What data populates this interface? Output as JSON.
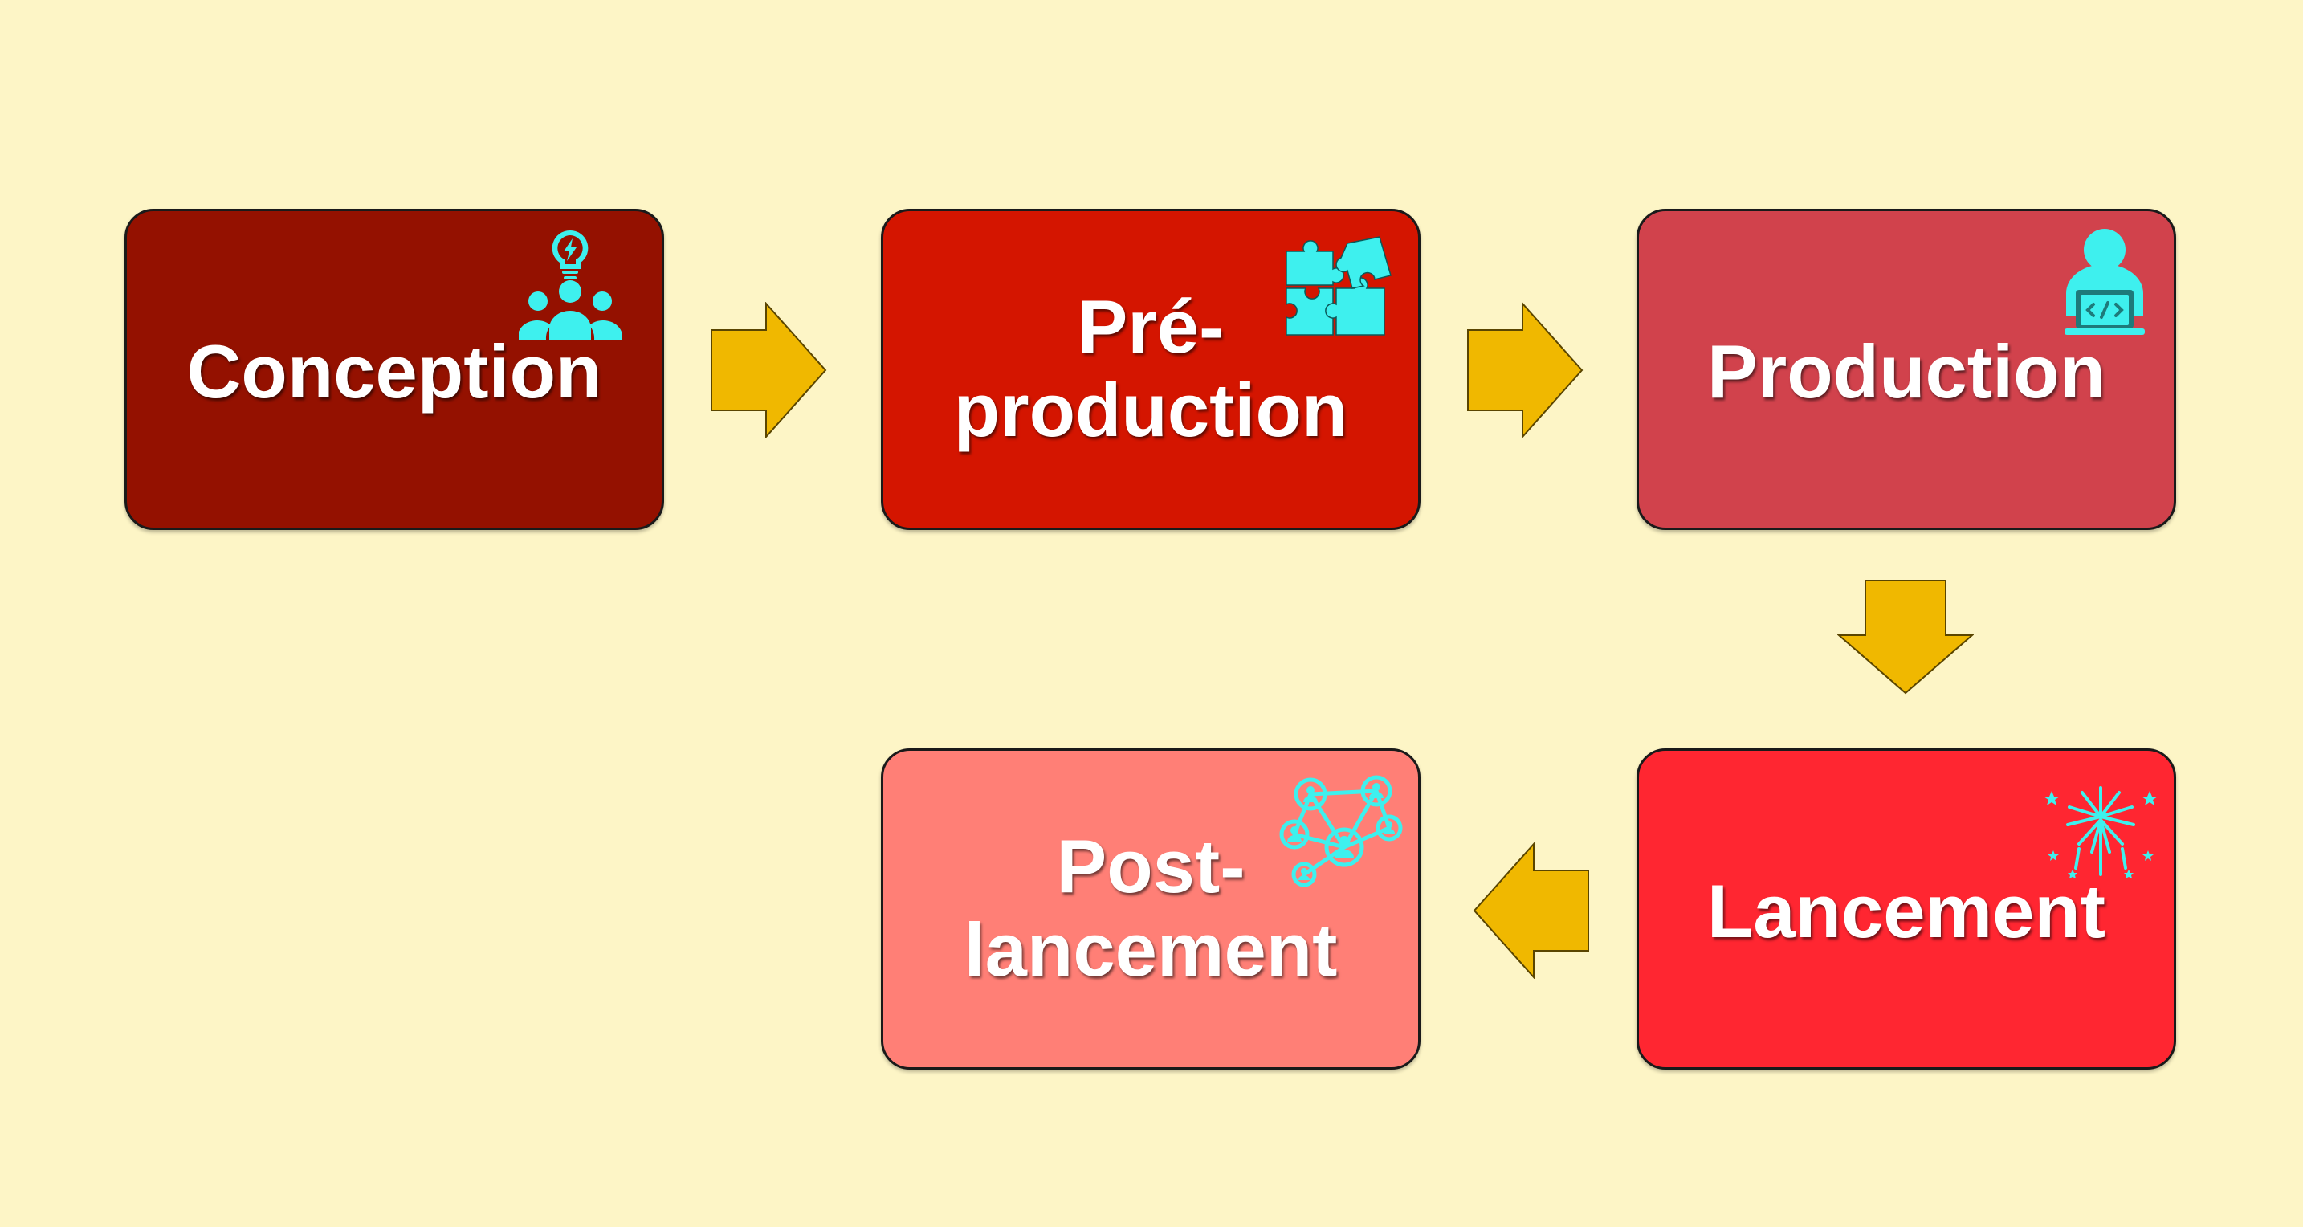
{
  "diagram": {
    "background_color": "#fdf5c6",
    "arrow_color": "#f0b800",
    "icon_color": "#3ef0ee",
    "steps": [
      {
        "lines": [
          "Conception"
        ],
        "color": "#941100",
        "icon": "team-idea-icon"
      },
      {
        "lines": [
          "Pré-",
          "production"
        ],
        "color": "#d41500",
        "icon": "puzzle-icon"
      },
      {
        "lines": [
          "Production"
        ],
        "color": "#d1424c",
        "icon": "developer-laptop-icon"
      },
      {
        "lines": [
          "Lancement"
        ],
        "color": "#ff2631",
        "icon": "fireworks-icon"
      },
      {
        "lines": [
          "Post-",
          "lancement"
        ],
        "color": "#ff7f76",
        "icon": "network-icon"
      }
    ],
    "connections": [
      {
        "from": "Conception",
        "to": "Pré-production",
        "direction": "right"
      },
      {
        "from": "Pré-production",
        "to": "Production",
        "direction": "right"
      },
      {
        "from": "Production",
        "to": "Lancement",
        "direction": "down"
      },
      {
        "from": "Lancement",
        "to": "Post-lancement",
        "direction": "left"
      }
    ]
  }
}
